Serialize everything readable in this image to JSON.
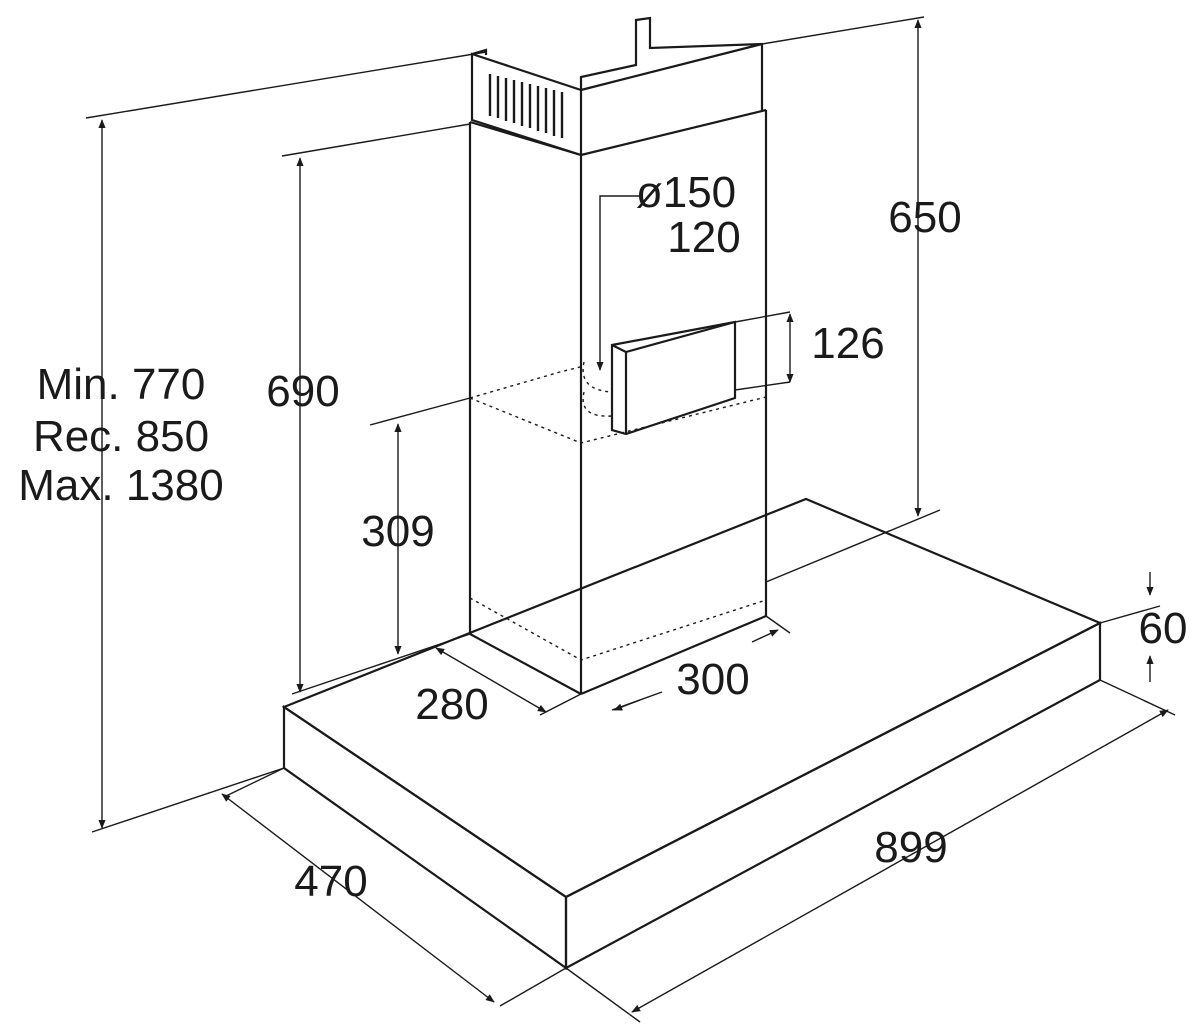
{
  "dimensions": {
    "height_range": [
      "Min. 770",
      "Rec. 850",
      "Max. 1380"
    ],
    "chimney_height": "690",
    "upper_chimney_height": "650",
    "duct_diameter": "ø150",
    "duct_alt_diameter": "120",
    "bracket_height": "126",
    "bottom_clearance": "309",
    "chimney_depth": "280",
    "chimney_width": "300",
    "canopy_thickness": "60",
    "canopy_depth": "470",
    "canopy_width": "899"
  },
  "icons": {
    "dimension_arrow": "arrowhead",
    "vent_grille": "grille-icon"
  }
}
